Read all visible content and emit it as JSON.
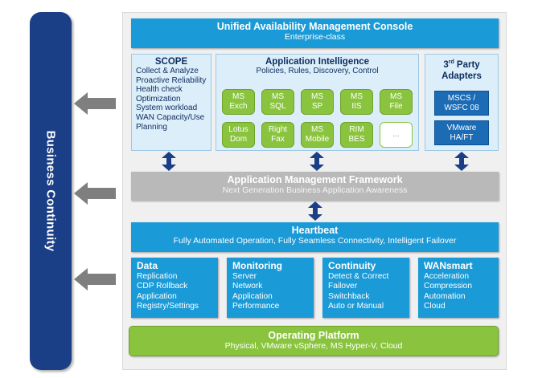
{
  "business_continuity": {
    "label": "Business Continuity"
  },
  "console": {
    "title": "Unified Availability Management Console",
    "subtitle": "Enterprise-class"
  },
  "scope": {
    "title": "SCOPE",
    "items": [
      "Collect & Analyze",
      "Proactive Reliability",
      "Health check",
      "Optimization",
      "System workload",
      "WAN Capacity/Use",
      "Planning"
    ]
  },
  "app_intelligence": {
    "title": "Application Intelligence",
    "subtitle": "Policies, Rules, Discovery, Control",
    "tiles": [
      {
        "l1": "MS",
        "l2": "Exch"
      },
      {
        "l1": "MS",
        "l2": "SQL"
      },
      {
        "l1": "MS",
        "l2": "SP"
      },
      {
        "l1": "MS",
        "l2": "IIS"
      },
      {
        "l1": "MS",
        "l2": "File"
      },
      {
        "l1": "Lotus",
        "l2": "Dom"
      },
      {
        "l1": "Right",
        "l2": "Fax"
      },
      {
        "l1": "MS",
        "l2": "Mobile"
      },
      {
        "l1": "RIM",
        "l2": "BES"
      },
      {
        "l1": "...",
        "l2": ""
      }
    ]
  },
  "third_party": {
    "title_num": "3",
    "title_sup": "rd",
    "title_rest": " Party",
    "title_line2": "Adapters",
    "adapters": [
      {
        "l1": "MSCS /",
        "l2": "WSFC 08"
      },
      {
        "l1": "VMware",
        "l2": "HA/FT"
      }
    ]
  },
  "amf": {
    "title": "Application Management Framework",
    "subtitle": "Next Generation Business Application Awareness"
  },
  "heartbeat": {
    "title": "Heartbeat",
    "subtitle": "Fully Automated Operation, Fully Seamless Connectivity, Intelligent Failover"
  },
  "services": [
    {
      "title": "Data",
      "items": [
        "Replication",
        "CDP Rollback",
        "Application",
        "Registry/Settings"
      ]
    },
    {
      "title": "Monitoring",
      "items": [
        "Server",
        "Network",
        "Application",
        "Performance"
      ]
    },
    {
      "title": "Continuity",
      "items": [
        "Detect & Correct",
        "Failover",
        "Switchback",
        "Auto or Manual"
      ]
    },
    {
      "title": "WANsmart",
      "items": [
        "Acceleration",
        "Compression",
        "Automation",
        "Cloud"
      ]
    }
  ],
  "platform": {
    "title": "Operating Platform",
    "subtitle": "Physical, VMware vSphere, MS Hyper-V, Cloud"
  },
  "colors": {
    "navy": "#1b3f86",
    "blue": "#1a9ad7",
    "green": "#8ac43f",
    "grey": "#b9b9b9"
  }
}
